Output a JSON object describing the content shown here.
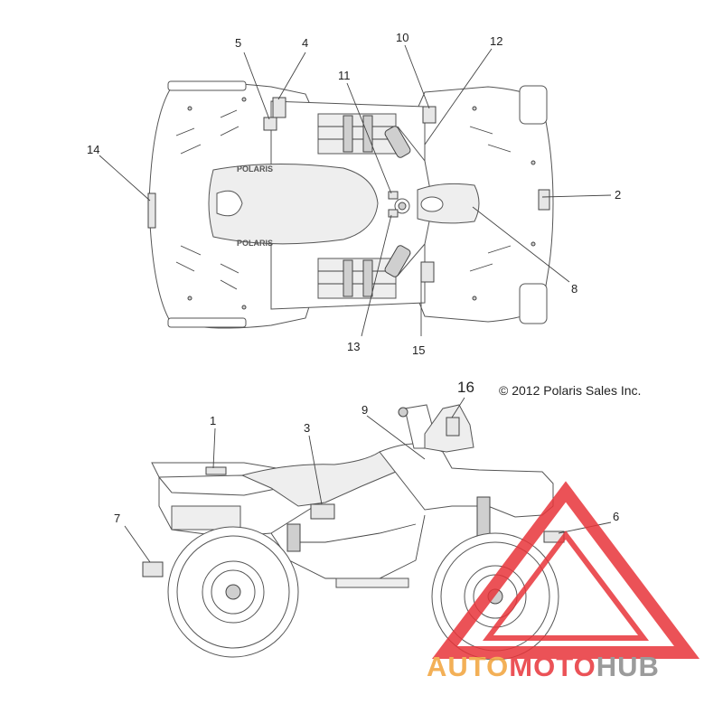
{
  "copyright": "© 2012 Polaris Sales Inc.",
  "callouts": {
    "c1": "1",
    "c2": "2",
    "c3": "3",
    "c4": "4",
    "c5": "5",
    "c6": "6",
    "c7": "7",
    "c8": "8",
    "c9": "9",
    "c10": "10",
    "c11": "11",
    "c12": "12",
    "c13": "13",
    "c14": "14",
    "c15": "15",
    "c16": "16"
  },
  "vehicle_text": {
    "brand_top": "POLARIS",
    "brand_bottom": "POLARIS"
  },
  "watermark": {
    "part_auto": "AUTO",
    "part_moto": "MOTO",
    "part_hub": "HUB",
    "color_red": "#e8353a",
    "color_orange": "#f2a33a",
    "color_gray": "#8a8a8a"
  }
}
